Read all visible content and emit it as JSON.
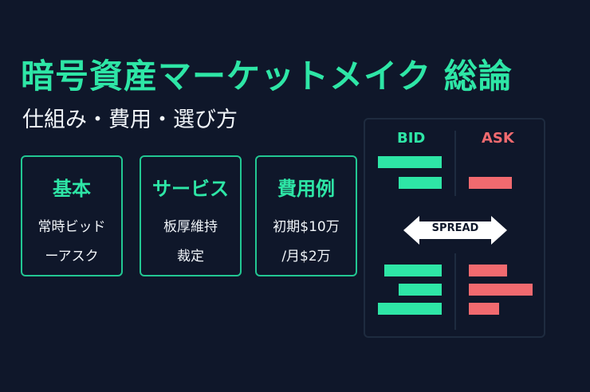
{
  "title": "暗号資産マーケットメイク 総論",
  "subtitle": "仕組み・費用・選び方",
  "cards": [
    {
      "heading": "基本",
      "line1": "常時ビッド",
      "line2": "ーアスク"
    },
    {
      "heading": "サービス",
      "line1": "板厚維持",
      "line2": "裁定"
    },
    {
      "heading": "費用例",
      "line1": "初期$10万",
      "line2": "/月$2万"
    }
  ],
  "diagram": {
    "bid_label": "BID",
    "ask_label": "ASK",
    "spread_label": "SPREAD"
  },
  "colors": {
    "background": "#0f172a",
    "accent_green": "#2ee6a6",
    "accent_red": "#f16a6f",
    "text": "#f1f5f9"
  }
}
